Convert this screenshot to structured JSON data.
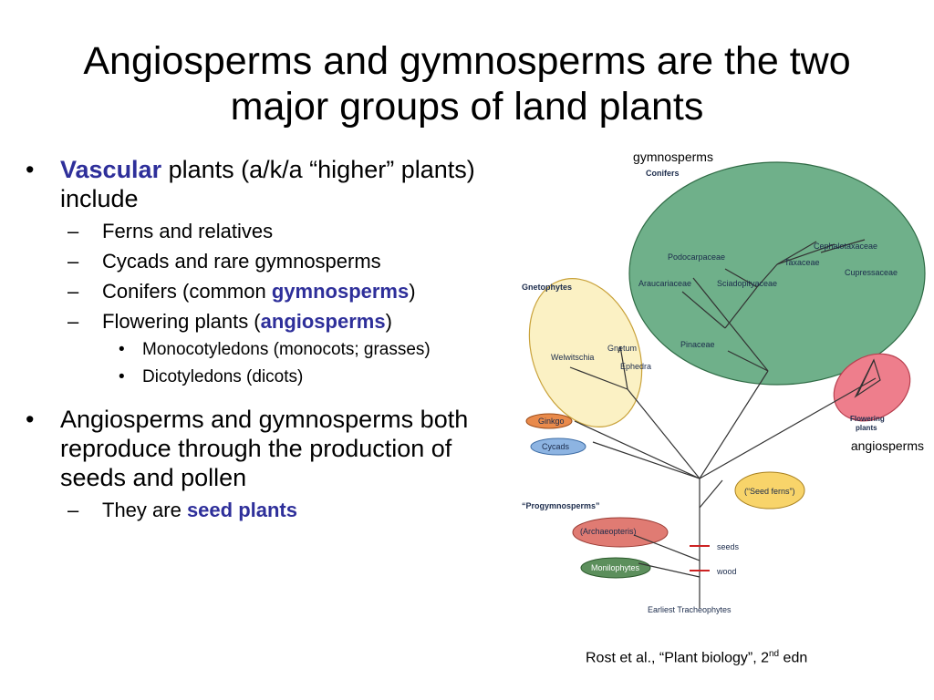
{
  "slide": {
    "title_line1": "Angiosperms and gymnosperms are the two",
    "title_line2": "major groups of land plants"
  },
  "bullets": {
    "b1_hl": "Vascular",
    "b1_rest": " plants (a/k/a “higher” plants) include",
    "sub1": "Ferns and relatives",
    "sub2": "Cycads and rare gymnosperms",
    "sub3_pre": "Conifers (common ",
    "sub3_hl": "gymnosperms",
    "sub3_post": ")",
    "sub4_pre": "Flowering plants (",
    "sub4_hl": "angiosperms",
    "sub4_post": ")",
    "subsub1": "Monocotyledons (monocots; grasses)",
    "subsub2": "Dicotyledons (dicots)",
    "b2": "Angiosperms and gymnosperms both reproduce through the production of seeds and pollen",
    "sub5_pre": "They are ",
    "sub5_hl": "seed plants"
  },
  "diagram": {
    "gymnosperms_label": "gymnosperms",
    "angiosperms_label": "angiosperms",
    "conifers": "Conifers",
    "gnetophytes": "Gnetophytes",
    "podocarpaceae": "Podocarpaceae",
    "cephalotaxaceae": "Cephalotaxaceae",
    "taxaceae": "Taxaceae",
    "cupressaceae": "Cupressaceae",
    "araucariaceae": "Araucariaceae",
    "sciadopityaceae": "Sciadopityaceae",
    "pinaceae": "Pinaceae",
    "gnetum": "Gnetum",
    "welwitschia": "Welwitschia",
    "ephedra": "Ephedra",
    "ginkgo": "Ginkgo",
    "cycads": "Cycads",
    "flowering1": "Flowering",
    "flowering2": "plants",
    "seed_ferns": "(“Seed ferns”)",
    "progymnosperms": "“Progymnosperms”",
    "archaeopteris": "(Archaeopteris)",
    "monilophytes": "Monilophytes",
    "seeds": "seeds",
    "wood": "wood",
    "earliest": "Earliest Tracheophytes"
  },
  "citation": {
    "text": "Rost et al., “Plant biology”, 2",
    "sup": "nd",
    "end": " edn"
  },
  "colors": {
    "title_highlight": "#2E2F9A",
    "conifer_fill": "#6FB08A",
    "gneto_fill": "#FBF1C4",
    "flower_fill": "#EE7E8C",
    "ginkgo_fill": "#E98A4B",
    "cycads_fill": "#8DB4E2",
    "seedferns_fill": "#F8D46A",
    "archae_fill": "#E07B73",
    "monilo_fill": "#5C8F5C",
    "marker": "#CC2222"
  }
}
